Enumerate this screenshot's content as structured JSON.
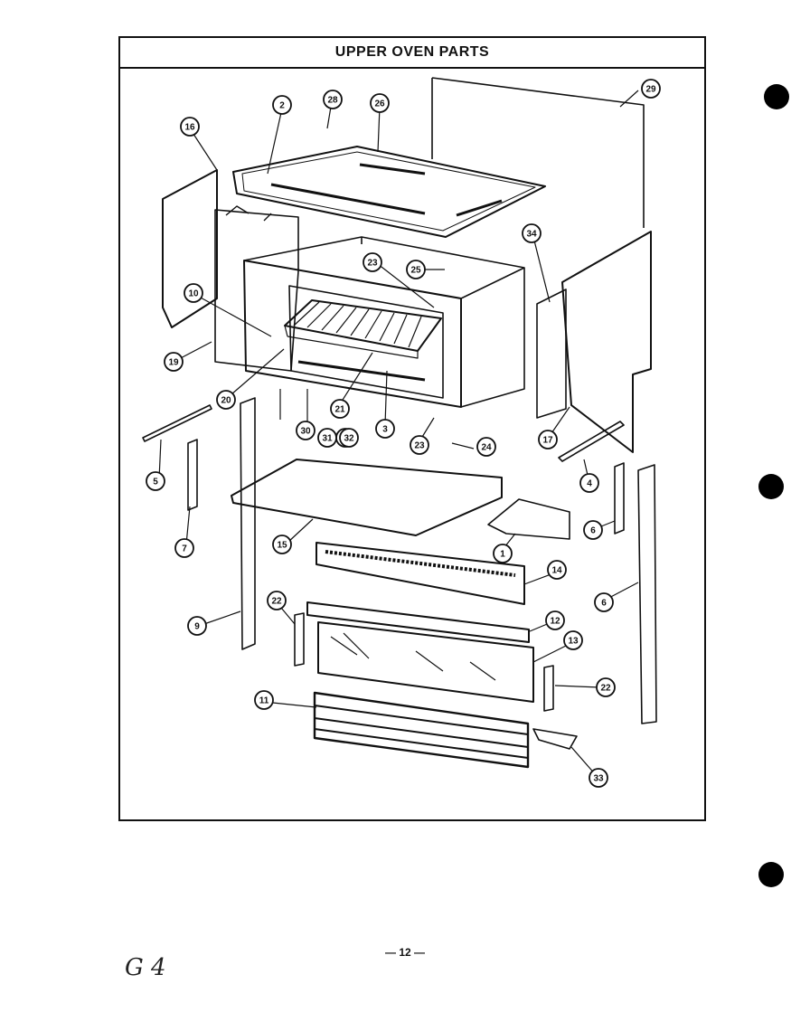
{
  "title": "UPPER OVEN PARTS",
  "page_number": "— 12 —",
  "handwritten_note": "G 4",
  "callouts": [
    "1",
    "2",
    "3",
    "4",
    "5",
    "6",
    "6",
    "7",
    "9",
    "10",
    "11",
    "12",
    "13",
    "14",
    "15",
    "15",
    "16",
    "17",
    "19",
    "20",
    "21",
    "22",
    "22",
    "23",
    "23",
    "24",
    "25",
    "26",
    "28",
    "29",
    "30",
    "31",
    "32",
    "33",
    "34"
  ]
}
